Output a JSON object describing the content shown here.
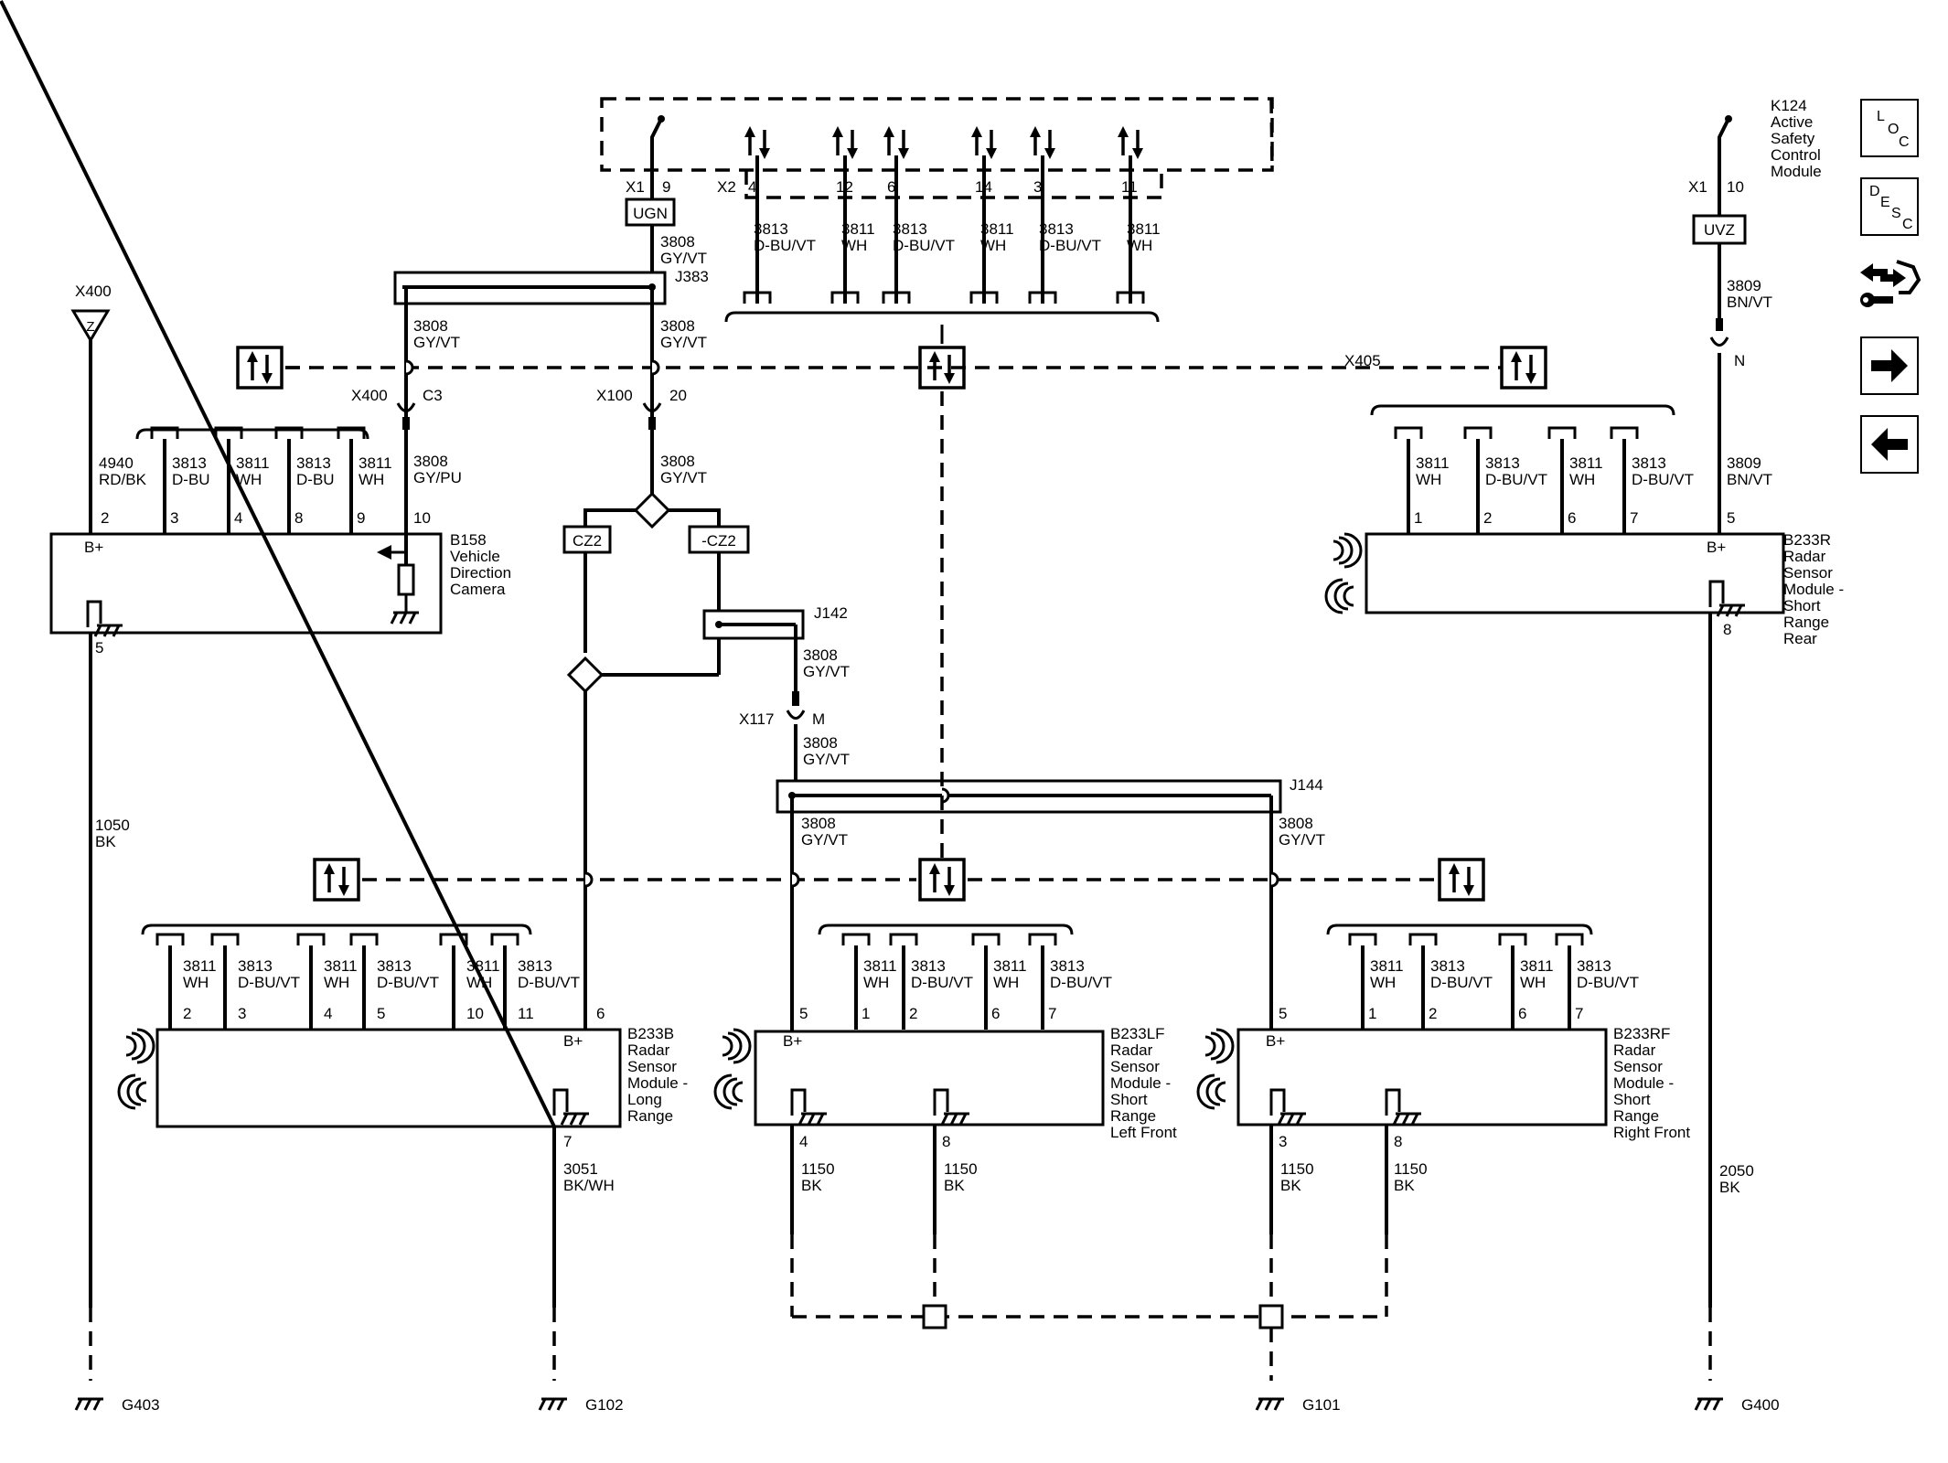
{
  "modules": {
    "k124": {
      "id": "K124",
      "lines": [
        "Active",
        "Safety",
        "Control",
        "Module"
      ]
    },
    "b158": {
      "id": "B158",
      "lines": [
        "Vehicle",
        "Direction",
        "Camera"
      ]
    },
    "b233r": {
      "id": "B233R",
      "lines": [
        "Radar",
        "Sensor",
        "Module -",
        "Short",
        "Range",
        "Rear"
      ]
    },
    "b233b": {
      "id": "B233B",
      "lines": [
        "Radar",
        "Sensor",
        "Module -",
        "Long",
        "Range"
      ]
    },
    "b233lf": {
      "id": "B233LF",
      "lines": [
        "Radar",
        "Sensor",
        "Module -",
        "Short",
        "Range",
        "Left Front"
      ]
    },
    "b233rf": {
      "id": "B233RF",
      "lines": [
        "Radar",
        "Sensor",
        "Module -",
        "Short",
        "Range",
        "Right Front"
      ]
    }
  },
  "connectors": {
    "x1_left": "X1",
    "x1_left_pin": "9",
    "x1_right": "X1",
    "x1_right_pin": "10",
    "x2": "X2",
    "x400_top": "X400",
    "x400": "X400",
    "x400_pin": "C3",
    "x100": "X100",
    "x100_pin": "20",
    "x405": "X405",
    "x405_pin": "N",
    "x117": "X117",
    "x117_pin": "M"
  },
  "splices": {
    "j383": "J383",
    "j142": "J142",
    "j144": "J144"
  },
  "tags": {
    "ugn": "UGN",
    "uvz": "UVZ",
    "cz2": "CZ2",
    "ncz2": "-CZ2",
    "antenna": "Z"
  },
  "k124_pins": [
    {
      "pin": "4",
      "circuit": "3813",
      "color": "D-BU/VT"
    },
    {
      "pin": "12",
      "circuit": "3811",
      "color": "WH"
    },
    {
      "pin": "6",
      "circuit": "3813",
      "color": "D-BU/VT"
    },
    {
      "pin": "14",
      "circuit": "3811",
      "color": "WH"
    },
    {
      "pin": "3",
      "circuit": "3813",
      "color": "D-BU/VT"
    },
    {
      "pin": "11",
      "circuit": "3811",
      "color": "WH"
    }
  ],
  "wires": {
    "ugn_out": {
      "circuit": "3808",
      "color": "GY/VT"
    },
    "j383_left": {
      "circuit": "3808",
      "color": "GY/VT"
    },
    "j383_mid": {
      "circuit": "3808",
      "color": "GY/VT"
    },
    "b158_pwr": {
      "circuit": "3808",
      "color": "GY/PU"
    },
    "x100_out": {
      "circuit": "3808",
      "color": "GY/VT"
    },
    "j142_out": {
      "circuit": "3808",
      "color": "GY/VT"
    },
    "x117_out": {
      "circuit": "3808",
      "color": "GY/VT"
    },
    "j144_left": {
      "circuit": "3808",
      "color": "GY/VT"
    },
    "j144_right": {
      "circuit": "3808",
      "color": "GY/VT"
    },
    "uvz_out": {
      "circuit": "3809",
      "color": "BN/VT"
    },
    "b233r_pwr": {
      "circuit": "3809",
      "color": "BN/VT"
    },
    "antenna": {
      "circuit": "4940",
      "color": "RD/BK"
    },
    "g403": {
      "circuit": "1050",
      "color": "BK"
    },
    "g102": {
      "circuit": "3051",
      "color": "BK/WH"
    },
    "lf_g1": {
      "circuit": "1150",
      "color": "BK"
    },
    "lf_g2": {
      "circuit": "1150",
      "color": "BK"
    },
    "rf_g1": {
      "circuit": "1150",
      "color": "BK"
    },
    "rf_g2": {
      "circuit": "1150",
      "color": "BK"
    },
    "g400": {
      "circuit": "2050",
      "color": "BK"
    }
  },
  "b158_pins": [
    {
      "pin": "2",
      "circuit": "4940",
      "color": "RD/BK"
    },
    {
      "pin": "3",
      "circuit": "3813",
      "color": "D-BU"
    },
    {
      "pin": "4",
      "circuit": "3811",
      "color": "WH"
    },
    {
      "pin": "8",
      "circuit": "3813",
      "color": "D-BU"
    },
    {
      "pin": "9",
      "circuit": "3811",
      "color": "WH"
    },
    {
      "pin": "10",
      "circuit": "3808",
      "color": "GY/PU"
    }
  ],
  "b233r_pins": [
    {
      "pin": "1",
      "circuit": "3811",
      "color": "WH"
    },
    {
      "pin": "2",
      "circuit": "3813",
      "color": "D-BU/VT"
    },
    {
      "pin": "6",
      "circuit": "3811",
      "color": "WH"
    },
    {
      "pin": "7",
      "circuit": "3813",
      "color": "D-BU/VT"
    }
  ],
  "b233b_pins": [
    {
      "pin": "2",
      "circuit": "3811",
      "color": "WH"
    },
    {
      "pin": "3",
      "circuit": "3813",
      "color": "D-BU/VT"
    },
    {
      "pin": "4",
      "circuit": "3811",
      "color": "WH"
    },
    {
      "pin": "5",
      "circuit": "3813",
      "color": "D-BU/VT"
    },
    {
      "pin": "10",
      "circuit": "3811",
      "color": "WH"
    },
    {
      "pin": "11",
      "circuit": "3813",
      "color": "D-BU/VT"
    }
  ],
  "b233lf_pins": [
    {
      "pin": "1",
      "circuit": "3811",
      "color": "WH"
    },
    {
      "pin": "2",
      "circuit": "3813",
      "color": "D-BU/VT"
    },
    {
      "pin": "6",
      "circuit": "3811",
      "color": "WH"
    },
    {
      "pin": "7",
      "circuit": "3813",
      "color": "D-BU/VT"
    }
  ],
  "b233rf_pins": [
    {
      "pin": "1",
      "circuit": "3811",
      "color": "WH"
    },
    {
      "pin": "2",
      "circuit": "3813",
      "color": "D-BU/VT"
    },
    {
      "pin": "6",
      "circuit": "3811",
      "color": "WH"
    },
    {
      "pin": "7",
      "circuit": "3813",
      "color": "D-BU/VT"
    }
  ],
  "misc_pins": {
    "b158_gnd": "5",
    "b233r_pwr": "5",
    "b233r_gnd": "8",
    "b233b_pwr": "6",
    "b233b_gnd": "7",
    "lf_pwr": "5",
    "lf_g1": "4",
    "lf_g2": "8",
    "rf_pwr": "5",
    "rf_g1": "3",
    "rf_g2": "8",
    "bplus": "B+"
  },
  "grounds": {
    "g403": "G403",
    "g102": "G102",
    "g101": "G101",
    "g400": "G400"
  },
  "sidebar": {
    "loc": [
      "L",
      "O",
      "C"
    ],
    "desc": [
      "D",
      "E",
      "S",
      "C"
    ]
  }
}
